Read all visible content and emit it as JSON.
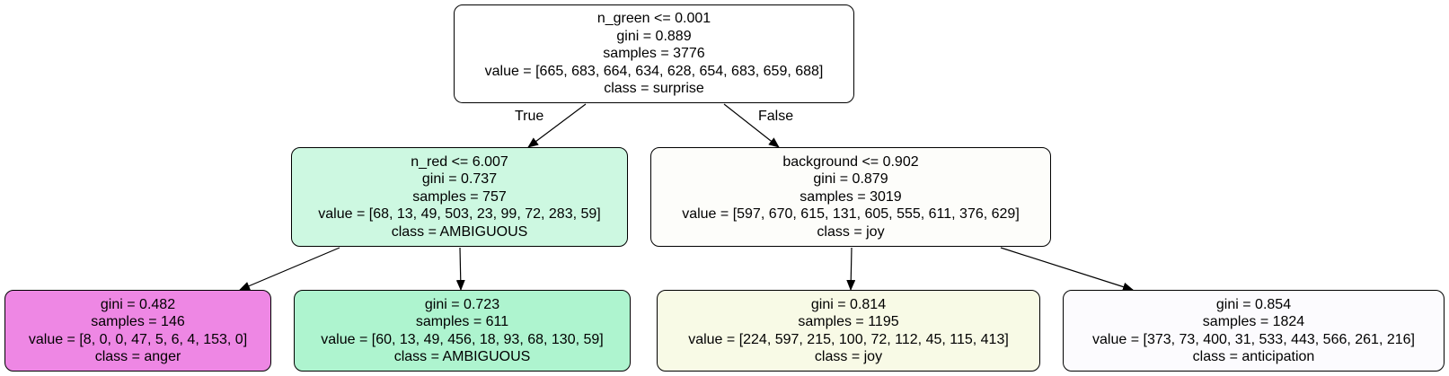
{
  "nodes": [
    {
      "split": "n_green <= 0.001",
      "gini": "gini = 0.889",
      "samples": "samples = 3776",
      "value": "value = [665, 683, 664, 634, 628, 654, 683, 659, 688]",
      "class": "class = surprise",
      "fill": "#ffffff"
    },
    {
      "split": "n_red <= 6.007",
      "gini": "gini = 0.737",
      "samples": "samples = 757",
      "value": "value = [68, 13, 49, 503, 23, 99, 72, 283, 59]",
      "class": "class = AMBIGUOUS",
      "fill": "#cdf8e1"
    },
    {
      "split": "background <= 0.902",
      "gini": "gini = 0.879",
      "samples": "samples = 3019",
      "value": "value = [597, 670, 615, 131, 605, 555, 611, 376, 629]",
      "class": "class = joy",
      "fill": "#fdfdfa"
    },
    {
      "split": "",
      "gini": "gini = 0.482",
      "samples": "samples = 146",
      "value": "value = [8, 0, 0, 47, 5, 6, 4, 153, 0]",
      "class": "class = anger",
      "fill": "#ee87e4"
    },
    {
      "split": "",
      "gini": "gini = 0.723",
      "samples": "samples = 611",
      "value": "value = [60, 13, 49, 456, 18, 93, 68, 130, 59]",
      "class": "class = AMBIGUOUS",
      "fill": "#aef4cf"
    },
    {
      "split": "",
      "gini": "gini = 0.814",
      "samples": "samples = 1195",
      "value": "value = [224, 597, 215, 100, 72, 112, 45, 115, 413]",
      "class": "class = joy",
      "fill": "#f8fae6"
    },
    {
      "split": "",
      "gini": "gini = 0.854",
      "samples": "samples = 1824",
      "value": "value = [373, 73, 400, 31, 533, 443, 566, 261, 216]",
      "class": "class = anticipation",
      "fill": "#fcfbfe"
    }
  ],
  "edges": [
    {
      "from": 0,
      "to": 1,
      "label": "True"
    },
    {
      "from": 0,
      "to": 2,
      "label": "False"
    },
    {
      "from": 1,
      "to": 3,
      "label": ""
    },
    {
      "from": 1,
      "to": 4,
      "label": ""
    },
    {
      "from": 2,
      "to": 5,
      "label": ""
    },
    {
      "from": 2,
      "to": 6,
      "label": ""
    }
  ],
  "colors": {
    "border": "#000000",
    "edge": "#000000"
  }
}
